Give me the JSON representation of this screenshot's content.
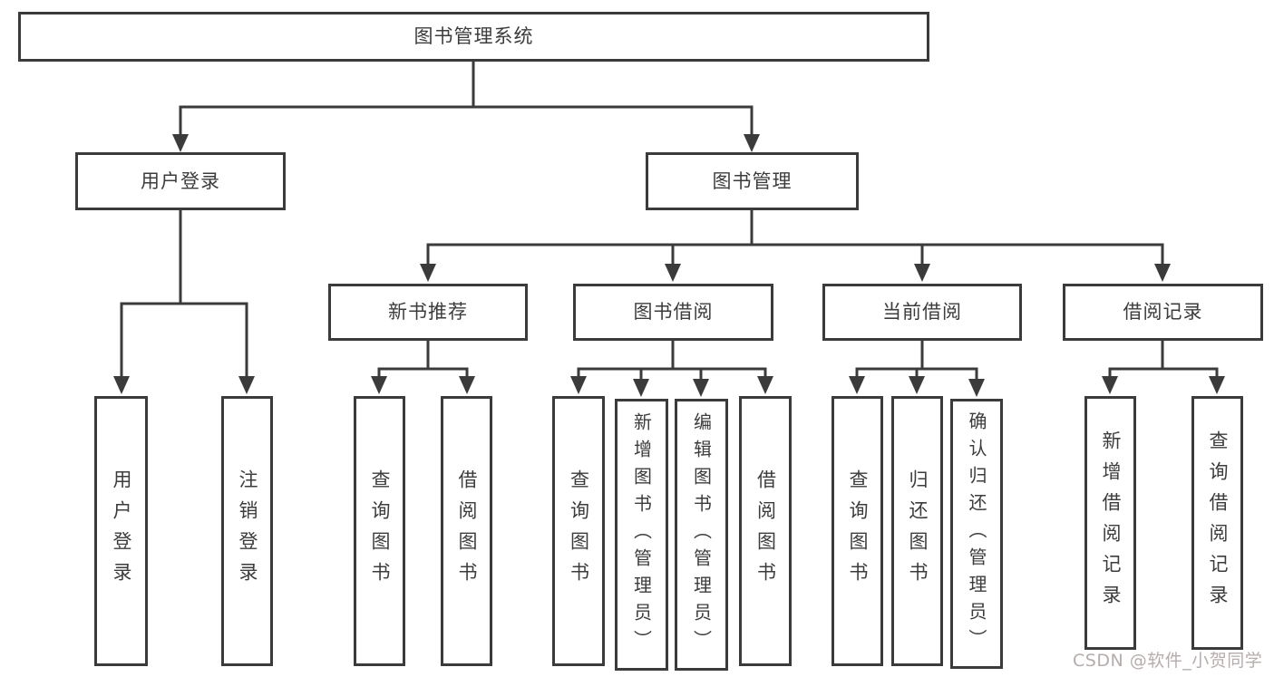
{
  "diagram": {
    "root": "图书管理系统",
    "branches": [
      {
        "label": "用户登录",
        "children": [
          "用户登录",
          "注销登录"
        ]
      },
      {
        "label": "图书管理",
        "groups": [
          {
            "label": "新书推荐",
            "children": [
              "查询图书",
              "借阅图书"
            ]
          },
          {
            "label": "图书借阅",
            "children": [
              "查询图书",
              "新增图书（管理员）",
              "编辑图书（管理员）",
              "借阅图书"
            ]
          },
          {
            "label": "当前借阅",
            "children": [
              "查询图书",
              "归还图书",
              "确认归还（管理员）"
            ]
          },
          {
            "label": "借阅记录",
            "children": [
              "新增借阅记录",
              "查询借阅记录"
            ]
          }
        ]
      }
    ],
    "colors": {
      "line": "#3b3b3b",
      "text": "#3c3c3c",
      "watermark": "#b6acac",
      "background": "#ffffff"
    },
    "watermark": "CSDN @软件_小贺同学"
  }
}
